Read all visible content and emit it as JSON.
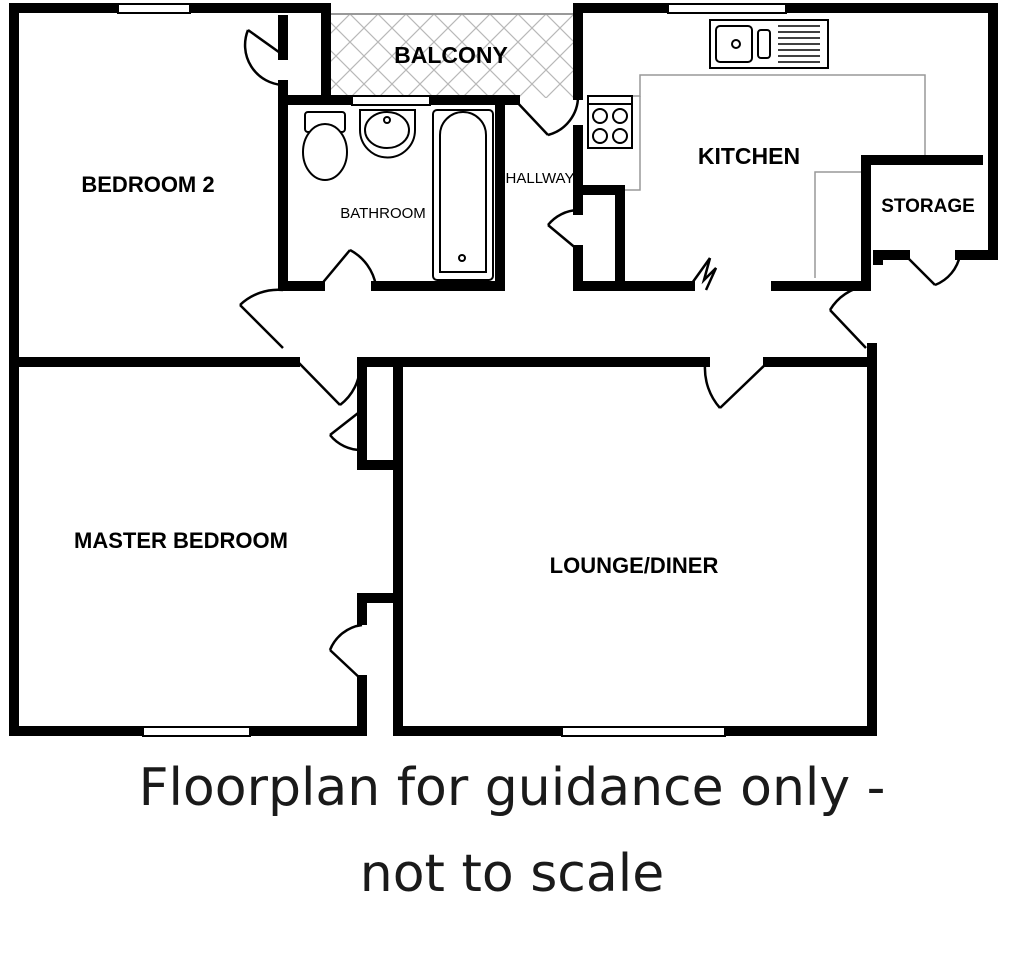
{
  "rooms": {
    "bedroom2": "BEDROOM 2",
    "balcony": "BALCONY",
    "bathroom": "BATHROOM",
    "hallway": "HALLWAY",
    "kitchen": "KITCHEN",
    "storage": "STORAGE",
    "master_bedroom": "MASTER BEDROOM",
    "lounge_diner": "LOUNGE/DINER"
  },
  "disclaimer": {
    "line1": "Floorplan for guidance only -",
    "line2": "not to scale"
  }
}
